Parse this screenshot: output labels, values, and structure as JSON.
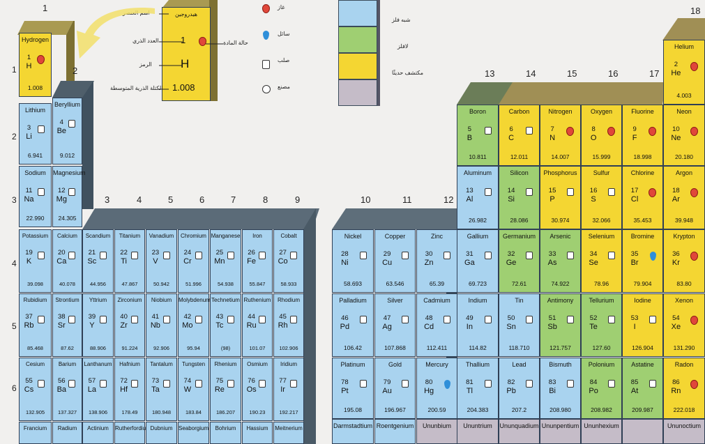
{
  "colors": {
    "metal": "#a9d3ef",
    "metalloid": "#9fcf72",
    "nonmetal": "#f4d632",
    "unknown": "#c5bcc8"
  },
  "groups": [
    "1",
    "2",
    "3",
    "4",
    "5",
    "6",
    "7",
    "8",
    "9",
    "10",
    "11",
    "12",
    "13",
    "14",
    "15",
    "16",
    "17",
    "18"
  ],
  "periods": [
    "1",
    "2",
    "3",
    "4",
    "5",
    "6"
  ],
  "key": {
    "name": "هيدروجين",
    "number": "1",
    "symbol": "H",
    "mass": "1.008",
    "labels": [
      "اسم العنصر",
      "العدد الذري",
      "الرمز",
      "الكتلة الذرية المتوسطة"
    ],
    "state_label": "حالة المادة"
  },
  "state_legend": [
    {
      "icon": "gas-icon",
      "label": "غاز"
    },
    {
      "icon": "liquid-icon",
      "label": "سائل"
    },
    {
      "icon": "solid-icon",
      "label": "صلب"
    },
    {
      "icon": "synthetic-icon",
      "label": "مصنع"
    }
  ],
  "class_legend": [
    {
      "label": "شبه فلز",
      "color": "#a9d3ef"
    },
    {
      "label": "لافلز",
      "color": "#9fcf72"
    },
    {
      "label": "مكتشف حديثًا",
      "color": "#f4d632"
    },
    {
      "label": "",
      "color": "#c5bcc8"
    }
  ],
  "elements": {
    "H": {
      "name": "Hydrogen",
      "number": "1",
      "symbol": "H",
      "mass": "1.008",
      "state": "gas"
    },
    "Li": {
      "name": "Lithium",
      "number": "3",
      "symbol": "Li",
      "mass": "6.941",
      "state": "solid"
    },
    "Be": {
      "name": "Beryllium",
      "number": "4",
      "symbol": "Be",
      "mass": "9.012",
      "state": "solid"
    },
    "Na": {
      "name": "Sodium",
      "number": "11",
      "symbol": "Na",
      "mass": "22.990",
      "state": "solid"
    },
    "Mg": {
      "name": "Magnesium",
      "number": "12",
      "symbol": "Mg",
      "mass": "24.305",
      "state": "solid"
    },
    "K": {
      "name": "Potassium",
      "number": "19",
      "symbol": "K",
      "mass": "39.098",
      "state": "solid"
    },
    "Ca": {
      "name": "Calcium",
      "number": "20",
      "symbol": "Ca",
      "mass": "40.078",
      "state": "solid"
    },
    "Sc": {
      "name": "Scandium",
      "number": "21",
      "symbol": "Sc",
      "mass": "44.956",
      "state": "solid"
    },
    "Ti": {
      "name": "Titanium",
      "number": "22",
      "symbol": "Ti",
      "mass": "47.867",
      "state": "solid"
    },
    "V": {
      "name": "Vanadium",
      "number": "23",
      "symbol": "V",
      "mass": "50.942",
      "state": "solid"
    },
    "Cr": {
      "name": "Chromium",
      "number": "24",
      "symbol": "Cr",
      "mass": "51.996",
      "state": "solid"
    },
    "Mn": {
      "name": "Manganese",
      "number": "25",
      "symbol": "Mn",
      "mass": "54.938",
      "state": "solid"
    },
    "Fe": {
      "name": "Iron",
      "number": "26",
      "symbol": "Fe",
      "mass": "55.847",
      "state": "solid"
    },
    "Co": {
      "name": "Cobalt",
      "number": "27",
      "symbol": "Co",
      "mass": "58.933",
      "state": "solid"
    },
    "Rb": {
      "name": "Rubidium",
      "number": "37",
      "symbol": "Rb",
      "mass": "85.468",
      "state": "solid"
    },
    "Sr": {
      "name": "Strontium",
      "number": "38",
      "symbol": "Sr",
      "mass": "87.62",
      "state": "solid"
    },
    "Y": {
      "name": "Yttrium",
      "number": "39",
      "symbol": "Y",
      "mass": "88.906",
      "state": "solid"
    },
    "Zr": {
      "name": "Zirconium",
      "number": "40",
      "symbol": "Zr",
      "mass": "91.224",
      "state": "solid"
    },
    "Nb": {
      "name": "Niobium",
      "number": "41",
      "symbol": "Nb",
      "mass": "92.906",
      "state": "solid"
    },
    "Mo": {
      "name": "Molybdenum",
      "number": "42",
      "symbol": "Mo",
      "mass": "95.94",
      "state": "solid"
    },
    "Tc": {
      "name": "Technetium",
      "number": "43",
      "symbol": "Tc",
      "mass": "(98)",
      "state": "solid"
    },
    "Ru": {
      "name": "Ruthenium",
      "number": "44",
      "symbol": "Ru",
      "mass": "101.07",
      "state": "solid"
    },
    "Rh": {
      "name": "Rhodium",
      "number": "45",
      "symbol": "Rh",
      "mass": "102.906",
      "state": "solid"
    },
    "Cs": {
      "name": "Cesium",
      "number": "55",
      "symbol": "Cs",
      "mass": "132.905",
      "state": "solid"
    },
    "Ba": {
      "name": "Barium",
      "number": "56",
      "symbol": "Ba",
      "mass": "137.327",
      "state": "solid"
    },
    "La": {
      "name": "Lanthanum",
      "number": "57",
      "symbol": "La",
      "mass": "138.906",
      "state": "solid"
    },
    "Hf": {
      "name": "Hafnium",
      "number": "72",
      "symbol": "Hf",
      "mass": "178.49",
      "state": "solid"
    },
    "Ta": {
      "name": "Tantalum",
      "number": "73",
      "symbol": "Ta",
      "mass": "180.948",
      "state": "solid"
    },
    "W": {
      "name": "Tungsten",
      "number": "74",
      "symbol": "W",
      "mass": "183.84",
      "state": "solid"
    },
    "Re": {
      "name": "Rhenium",
      "number": "75",
      "symbol": "Re",
      "mass": "186.207",
      "state": "solid"
    },
    "Os": {
      "name": "Osmium",
      "number": "76",
      "symbol": "Os",
      "mass": "190.23",
      "state": "solid"
    },
    "Ir": {
      "name": "Iridium",
      "number": "77",
      "symbol": "Ir",
      "mass": "192.217",
      "state": "solid"
    },
    "Fr": {
      "name": "Francium",
      "number": "",
      "symbol": "",
      "mass": "",
      "state": ""
    },
    "Ra": {
      "name": "Radium",
      "number": "",
      "symbol": "",
      "mass": "",
      "state": ""
    },
    "Ac": {
      "name": "Actinium",
      "number": "",
      "symbol": "",
      "mass": "",
      "state": ""
    },
    "Rf": {
      "name": "Rutherfordium",
      "number": "",
      "symbol": "",
      "mass": "",
      "state": ""
    },
    "Db": {
      "name": "Dubnium",
      "number": "",
      "symbol": "",
      "mass": "",
      "state": ""
    },
    "Sg": {
      "name": "Seaborgium",
      "number": "",
      "symbol": "",
      "mass": "",
      "state": ""
    },
    "Bh": {
      "name": "Bohrium",
      "number": "",
      "symbol": "",
      "mass": "",
      "state": ""
    },
    "Hs": {
      "name": "Hassium",
      "number": "",
      "symbol": "",
      "mass": "",
      "state": ""
    },
    "Mt": {
      "name": "Meitnerium",
      "number": "",
      "symbol": "",
      "mass": "",
      "state": ""
    },
    "Ni": {
      "name": "Nickel",
      "number": "28",
      "symbol": "Ni",
      "mass": "58.693",
      "state": "solid"
    },
    "Cu": {
      "name": "Copper",
      "number": "29",
      "symbol": "Cu",
      "mass": "63.546",
      "state": "solid"
    },
    "Zn": {
      "name": "Zinc",
      "number": "30",
      "symbol": "Zn",
      "mass": "65.39",
      "state": "solid"
    },
    "Pd": {
      "name": "Palladium",
      "number": "46",
      "symbol": "Pd",
      "mass": "106.42",
      "state": "solid"
    },
    "Ag": {
      "name": "Silver",
      "number": "47",
      "symbol": "Ag",
      "mass": "107.868",
      "state": "solid"
    },
    "Cd": {
      "name": "Cadmium",
      "number": "48",
      "symbol": "Cd",
      "mass": "112.411",
      "state": "solid"
    },
    "Pt": {
      "name": "Platinum",
      "number": "78",
      "symbol": "Pt",
      "mass": "195.08",
      "state": "solid"
    },
    "Au": {
      "name": "Gold",
      "number": "79",
      "symbol": "Au",
      "mass": "196.967",
      "state": "solid"
    },
    "Hg": {
      "name": "Mercury",
      "number": "80",
      "symbol": "Hg",
      "mass": "200.59",
      "state": "liquid"
    },
    "Ds": {
      "name": "Darmstadtium",
      "number": "",
      "symbol": "",
      "mass": "",
      "state": ""
    },
    "Rg": {
      "name": "Roentgenium",
      "number": "",
      "symbol": "",
      "mass": "",
      "state": ""
    },
    "Uub": {
      "name": "Ununbium",
      "number": "",
      "symbol": "",
      "mass": "",
      "state": ""
    },
    "B": {
      "name": "Boron",
      "number": "5",
      "symbol": "B",
      "mass": "10.811",
      "state": "solid"
    },
    "C": {
      "name": "Carbon",
      "number": "6",
      "symbol": "C",
      "mass": "12.011",
      "state": "solid"
    },
    "N": {
      "name": "Nitrogen",
      "number": "7",
      "symbol": "N",
      "mass": "14.007",
      "state": "gas"
    },
    "O": {
      "name": "Oxygen",
      "number": "8",
      "symbol": "O",
      "mass": "15.999",
      "state": "gas"
    },
    "F": {
      "name": "Fluorine",
      "number": "9",
      "symbol": "F",
      "mass": "18.998",
      "state": "gas"
    },
    "Ne": {
      "name": "Neon",
      "number": "10",
      "symbol": "Ne",
      "mass": "20.180",
      "state": "gas"
    },
    "Al": {
      "name": "Aluminum",
      "number": "13",
      "symbol": "Al",
      "mass": "26.982",
      "state": "solid"
    },
    "Si": {
      "name": "Silicon",
      "number": "14",
      "symbol": "Si",
      "mass": "28.086",
      "state": "solid"
    },
    "P": {
      "name": "Phosphorus",
      "number": "15",
      "symbol": "P",
      "mass": "30.974",
      "state": "solid"
    },
    "S": {
      "name": "Sulfur",
      "number": "16",
      "symbol": "S",
      "mass": "32.066",
      "state": "solid"
    },
    "Cl": {
      "name": "Chlorine",
      "number": "17",
      "symbol": "Cl",
      "mass": "35.453",
      "state": "gas"
    },
    "Ar": {
      "name": "Argon",
      "number": "18",
      "symbol": "Ar",
      "mass": "39.948",
      "state": "gas"
    },
    "Ga": {
      "name": "Gallium",
      "number": "31",
      "symbol": "Ga",
      "mass": "69.723",
      "state": "solid"
    },
    "Ge": {
      "name": "Germanium",
      "number": "32",
      "symbol": "Ge",
      "mass": "72.61",
      "state": "solid"
    },
    "As": {
      "name": "Arsenic",
      "number": "33",
      "symbol": "As",
      "mass": "74.922",
      "state": "solid"
    },
    "Se": {
      "name": "Selenium",
      "number": "34",
      "symbol": "Se",
      "mass": "78.96",
      "state": "solid"
    },
    "Br": {
      "name": "Bromine",
      "number": "35",
      "symbol": "Br",
      "mass": "79.904",
      "state": "liquid"
    },
    "Kr": {
      "name": "Krypton",
      "number": "36",
      "symbol": "Kr",
      "mass": "83.80",
      "state": "gas"
    },
    "In": {
      "name": "Indium",
      "number": "49",
      "symbol": "In",
      "mass": "114.82",
      "state": "solid"
    },
    "Sn": {
      "name": "Tin",
      "number": "50",
      "symbol": "Sn",
      "mass": "118.710",
      "state": "solid"
    },
    "Sb": {
      "name": "Antimony",
      "number": "51",
      "symbol": "Sb",
      "mass": "121.757",
      "state": "solid"
    },
    "Te": {
      "name": "Tellurium",
      "number": "52",
      "symbol": "Te",
      "mass": "127.60",
      "state": "solid"
    },
    "I": {
      "name": "Iodine",
      "number": "53",
      "symbol": "I",
      "mass": "126.904",
      "state": "solid"
    },
    "Xe": {
      "name": "Xenon",
      "number": "54",
      "symbol": "Xe",
      "mass": "131.290",
      "state": "gas"
    },
    "Tl": {
      "name": "Thallium",
      "number": "81",
      "symbol": "Tl",
      "mass": "204.383",
      "state": "solid"
    },
    "Pb": {
      "name": "Lead",
      "number": "82",
      "symbol": "Pb",
      "mass": "207.2",
      "state": "solid"
    },
    "Bi": {
      "name": "Bismuth",
      "number": "83",
      "symbol": "Bi",
      "mass": "208.980",
      "state": "solid"
    },
    "Po": {
      "name": "Polonium",
      "number": "84",
      "symbol": "Po",
      "mass": "208.982",
      "state": "solid"
    },
    "At": {
      "name": "Astatine",
      "number": "85",
      "symbol": "At",
      "mass": "209.987",
      "state": "solid"
    },
    "Rn": {
      "name": "Radon",
      "number": "86",
      "symbol": "Rn",
      "mass": "222.018",
      "state": "gas"
    },
    "Uut": {
      "name": "Ununtrium",
      "number": "",
      "symbol": "",
      "mass": "",
      "state": ""
    },
    "Uuq": {
      "name": "Ununquadium",
      "number": "",
      "symbol": "",
      "mass": "",
      "state": ""
    },
    "Uup": {
      "name": "Ununpentium",
      "number": "",
      "symbol": "",
      "mass": "",
      "state": ""
    },
    "Uuh": {
      "name": "Ununhexium",
      "number": "",
      "symbol": "",
      "mass": "",
      "state": ""
    },
    "Uus": {
      "name": "",
      "number": "",
      "symbol": "",
      "mass": "",
      "state": ""
    },
    "Uuo": {
      "name": "Ununoctium",
      "number": "",
      "symbol": "",
      "mass": "",
      "state": ""
    }
  }
}
